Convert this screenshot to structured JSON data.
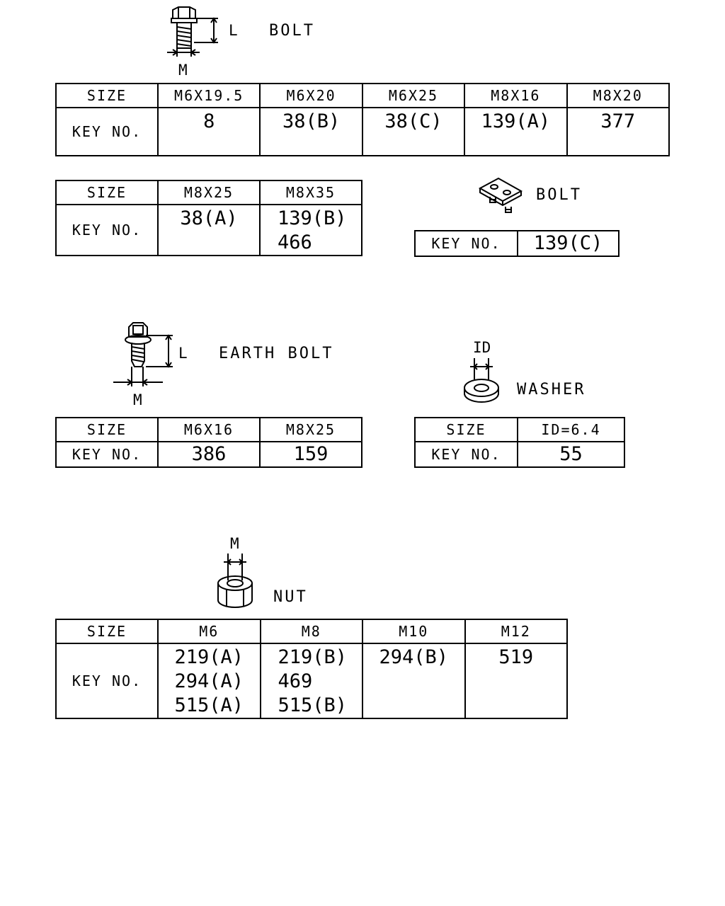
{
  "bolt": {
    "label": "BOLT",
    "dim_l": "L",
    "dim_m": "M",
    "table": {
      "size_label": "SIZE",
      "key_label": "KEY NO.",
      "columns": [
        {
          "size": "M6X19.5",
          "key": "8"
        },
        {
          "size": "M6X20",
          "key": "38(B)"
        },
        {
          "size": "M6X25",
          "key": "38(C)"
        },
        {
          "size": "M8X16",
          "key": "139(A)"
        },
        {
          "size": "M8X20",
          "key": "377"
        }
      ]
    },
    "table2": {
      "size_label": "SIZE",
      "key_label": "KEY NO.",
      "columns": [
        {
          "size": "M8X25",
          "keys": [
            "38(A)"
          ]
        },
        {
          "size": "M8X35",
          "keys": [
            "139(B)",
            "466"
          ]
        }
      ]
    }
  },
  "bracket_bolt": {
    "label": "BOLT",
    "table": {
      "key_label": "KEY NO.",
      "key": "139(C)"
    }
  },
  "earth_bolt": {
    "label": "EARTH BOLT",
    "dim_l": "L",
    "dim_m": "M",
    "table": {
      "size_label": "SIZE",
      "key_label": "KEY NO.",
      "columns": [
        {
          "size": "M6X16",
          "key": "386"
        },
        {
          "size": "M8X25",
          "key": "159"
        }
      ]
    }
  },
  "washer": {
    "label": "WASHER",
    "dim_id": "ID",
    "table": {
      "size_label": "SIZE",
      "key_label": "KEY NO.",
      "columns": [
        {
          "size": "ID=6.4",
          "key": "55"
        }
      ]
    }
  },
  "nut": {
    "label": "NUT",
    "dim_m": "M",
    "table": {
      "size_label": "SIZE",
      "key_label": "KEY NO.",
      "columns": [
        {
          "size": "M6",
          "keys": [
            "219(A)",
            "294(A)",
            "515(A)"
          ]
        },
        {
          "size": "M8",
          "keys": [
            "219(B)",
            "469",
            "515(B)"
          ]
        },
        {
          "size": "M10",
          "keys": [
            "294(B)"
          ]
        },
        {
          "size": "M12",
          "keys": [
            "519"
          ]
        }
      ]
    }
  }
}
